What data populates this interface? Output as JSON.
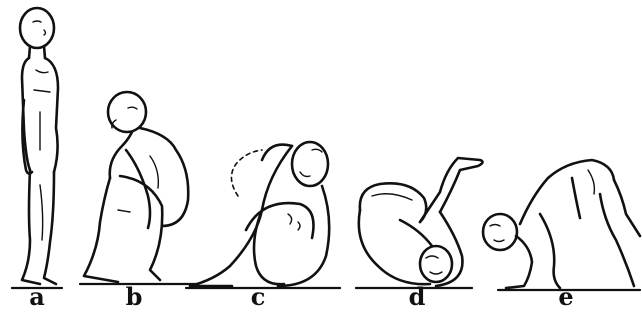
{
  "figure_labels": [
    {
      "id": "a",
      "text": "a"
    },
    {
      "id": "b",
      "text": "b"
    },
    {
      "id": "c",
      "text": "c"
    },
    {
      "id": "d",
      "text": "d"
    },
    {
      "id": "e",
      "text": "e"
    }
  ],
  "colors": {
    "ink": "#111111",
    "background": "#ffffff"
  }
}
